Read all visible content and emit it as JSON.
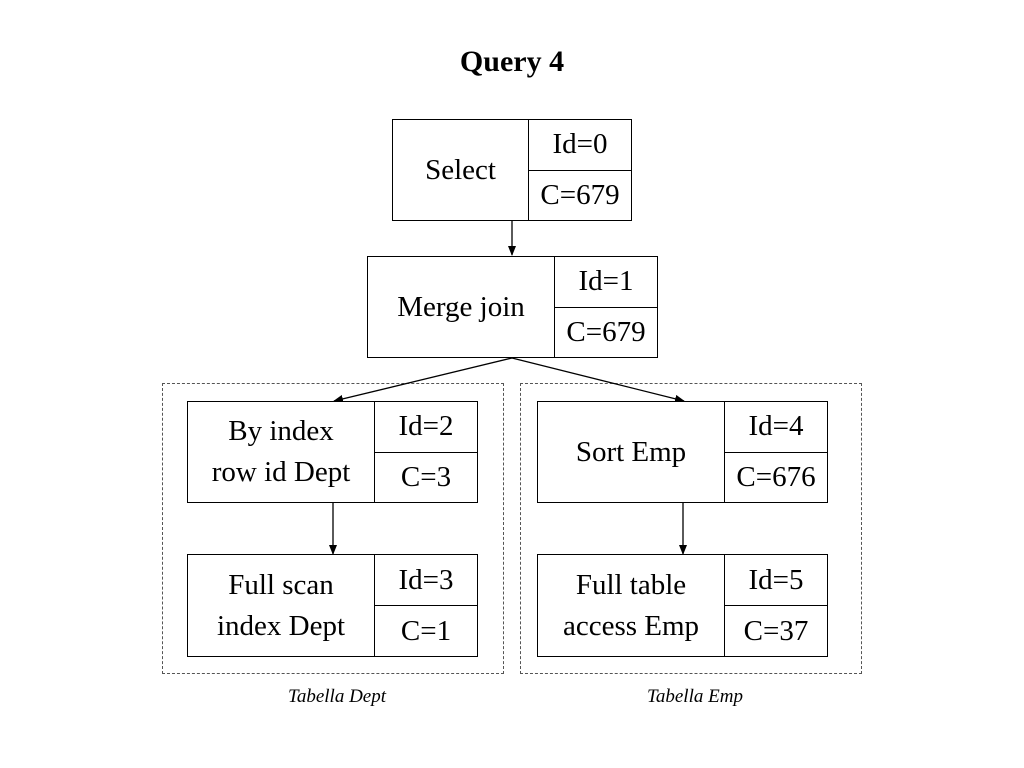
{
  "title": "Query 4",
  "groups": {
    "dept": {
      "caption": "Tabella Dept"
    },
    "emp": {
      "caption": "Tabella Emp"
    }
  },
  "nodes": {
    "select": {
      "label": "Select",
      "id": "Id=0",
      "cost": "C=679"
    },
    "merge_join": {
      "label": "Merge join",
      "id": "Id=1",
      "cost": "C=679"
    },
    "by_index": {
      "label": "By index\nrow id Dept",
      "id": "Id=2",
      "cost": "C=3"
    },
    "full_scan": {
      "label": "Full scan\nindex Dept",
      "id": "Id=3",
      "cost": "C=1"
    },
    "sort_emp": {
      "label": "Sort Emp",
      "id": "Id=4",
      "cost": "C=676"
    },
    "full_table": {
      "label": "Full table\naccess Emp",
      "id": "Id=5",
      "cost": "C=37"
    }
  },
  "edges": [
    {
      "from": "select",
      "to": "merge_join"
    },
    {
      "from": "merge_join",
      "to": "by_index"
    },
    {
      "from": "merge_join",
      "to": "sort_emp"
    },
    {
      "from": "by_index",
      "to": "full_scan"
    },
    {
      "from": "sort_emp",
      "to": "full_table"
    }
  ]
}
